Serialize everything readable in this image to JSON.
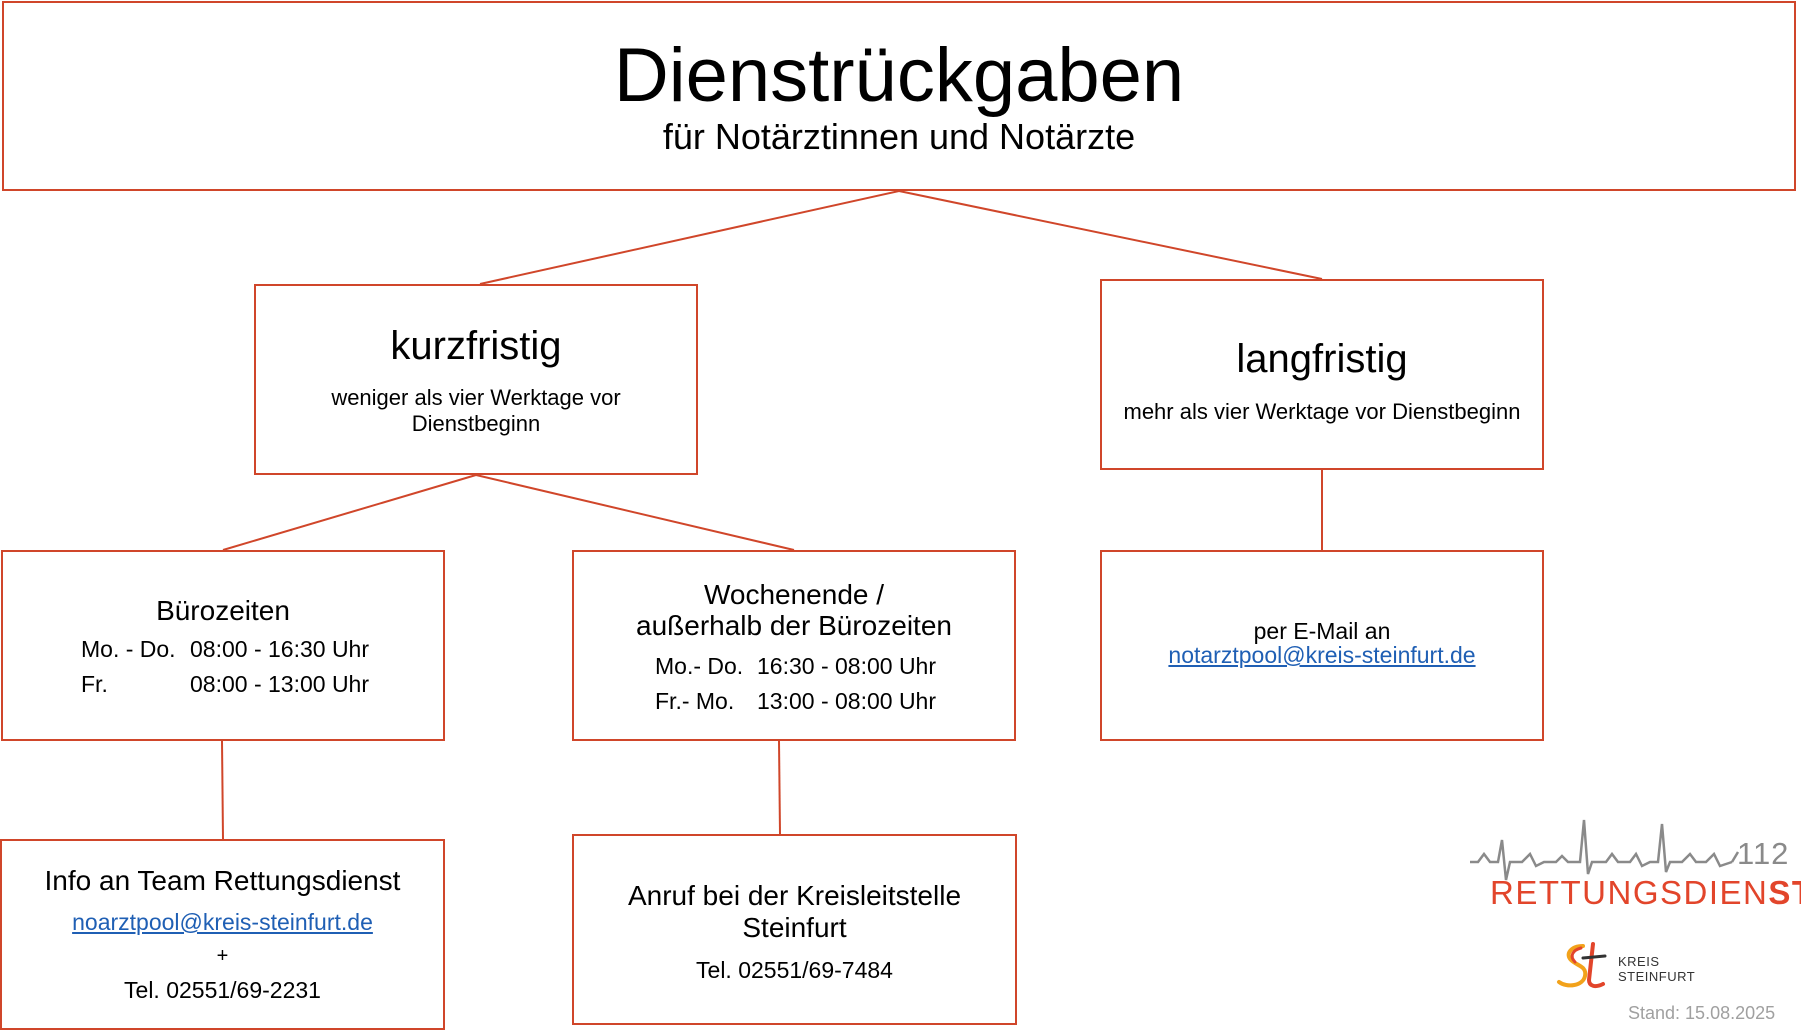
{
  "header": {
    "title": "Dienstrückgaben",
    "subtitle": "für Notärztinnen und Notärzte"
  },
  "kurzfristig": {
    "title": "kurzfristig",
    "description": "weniger als vier Werktage vor Dienstbeginn"
  },
  "langfristig": {
    "title": "langfristig",
    "description": "mehr als vier Werktage vor Dienstbeginn"
  },
  "buerozeiten": {
    "title": "Bürozeiten",
    "rows": [
      {
        "label": "Mo. - Do.",
        "time": "08:00 - 16:30 Uhr"
      },
      {
        "label": "Fr.",
        "time": "08:00 - 13:00 Uhr"
      }
    ]
  },
  "wochenende": {
    "title_line1": "Wochenende /",
    "title_line2": "außerhalb der Bürozeiten",
    "rows": [
      {
        "label": "Mo.- Do.",
        "time": "16:30 - 08:00 Uhr"
      },
      {
        "label": "Fr.- Mo.",
        "time": "13:00 - 08:00 Uhr"
      }
    ]
  },
  "email_box": {
    "text": "per E-Mail an",
    "email": "notarztpool@kreis-steinfurt.de"
  },
  "info_box": {
    "title": "Info an Team Rettungsdienst",
    "email": "noarztpool@kreis-steinfurt.de",
    "plus": "+",
    "phone": "Tel. 02551/69-2231"
  },
  "anruf_box": {
    "title_line1": "Anruf bei der Kreisleitstelle",
    "title_line2": "Steinfurt",
    "phone": "Tel. 02551/69-7484"
  },
  "logo": {
    "number": "112",
    "wordmark_main": "RETTUNGSDIEN",
    "wordmark_bold": "ST",
    "kreis_line1": "KREIS",
    "kreis_line2": "STEINFURT"
  },
  "footer": {
    "stand": "Stand: 15.08.2025"
  },
  "colors": {
    "border": "#d0462a",
    "link": "#1f5fb4",
    "brand_red": "#e2452b",
    "grey": "#8a8a8a"
  }
}
